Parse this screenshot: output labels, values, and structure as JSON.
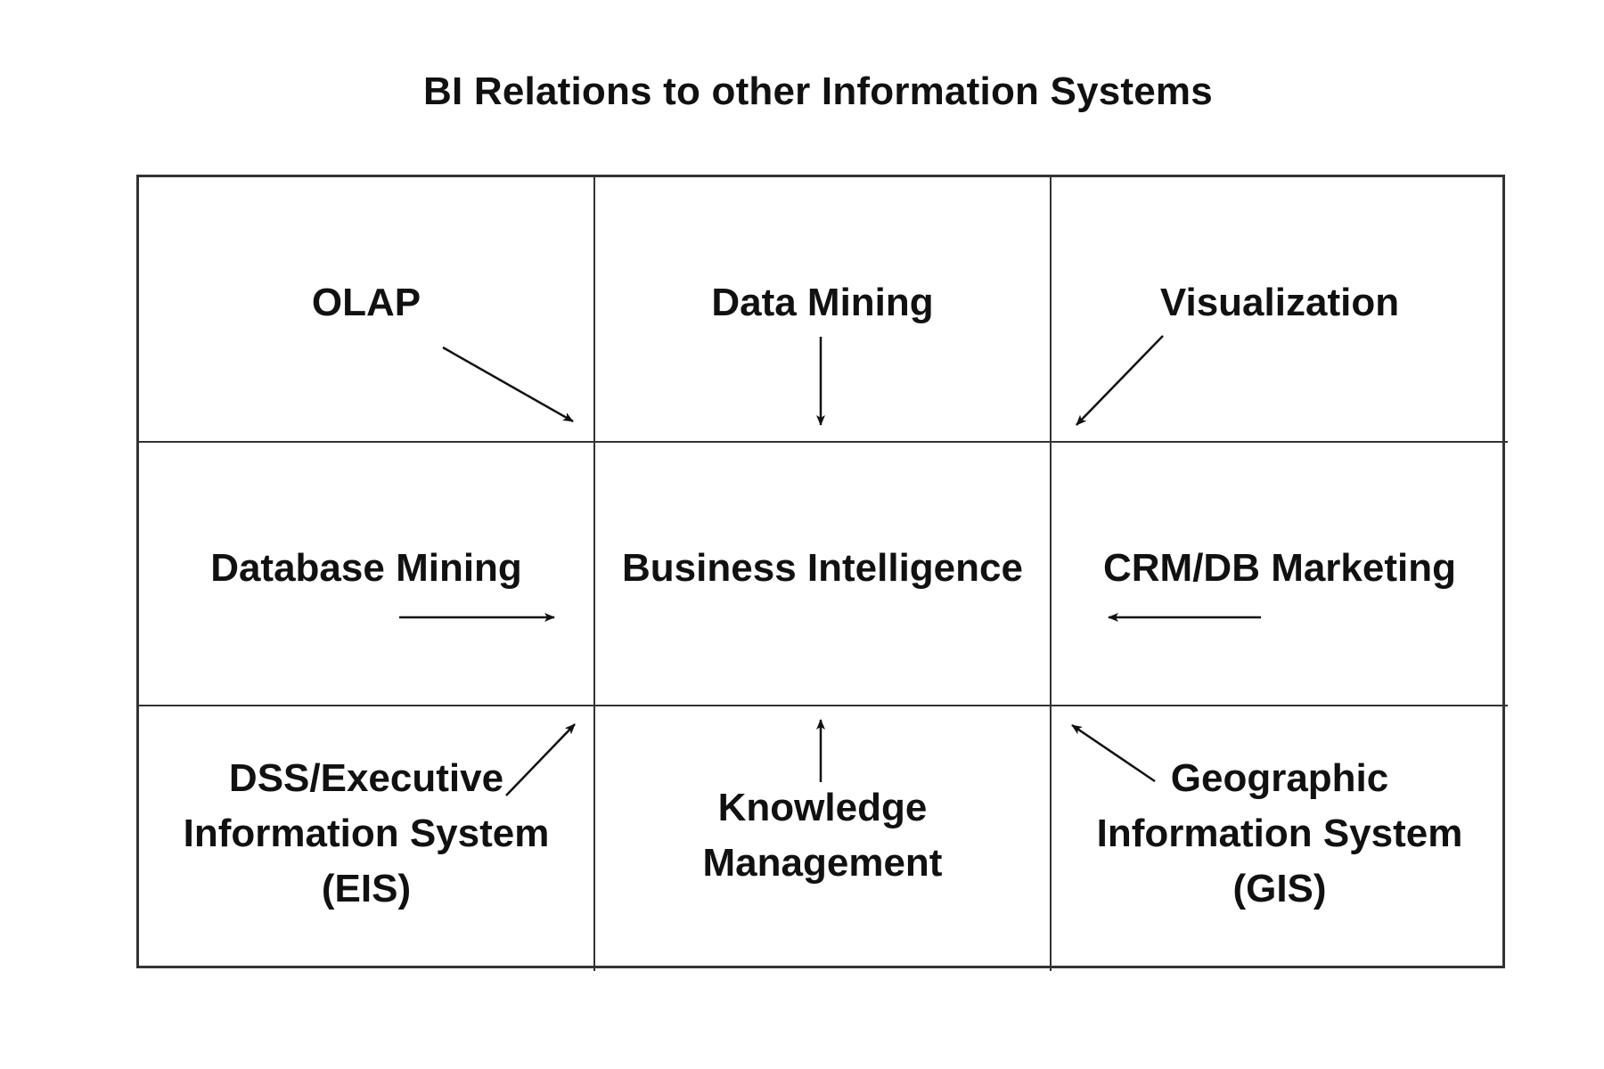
{
  "diagram": {
    "title": "BI Relations to other Information Systems",
    "center": "Business Intelligence",
    "nodes": {
      "top_left": "OLAP",
      "top_center": "Data Mining",
      "top_right": "Visualization",
      "middle_left": "Database Mining",
      "middle_right": "CRM/DB Marketing",
      "bottom_left": "DSS/Executive\nInformation System\n(EIS)",
      "bottom_center": "Knowledge\nManagement",
      "bottom_right": "Geographic\nInformation System\n(GIS)"
    },
    "colors": {
      "line": "#333333",
      "text": "#111111",
      "background": "#ffffff"
    }
  }
}
